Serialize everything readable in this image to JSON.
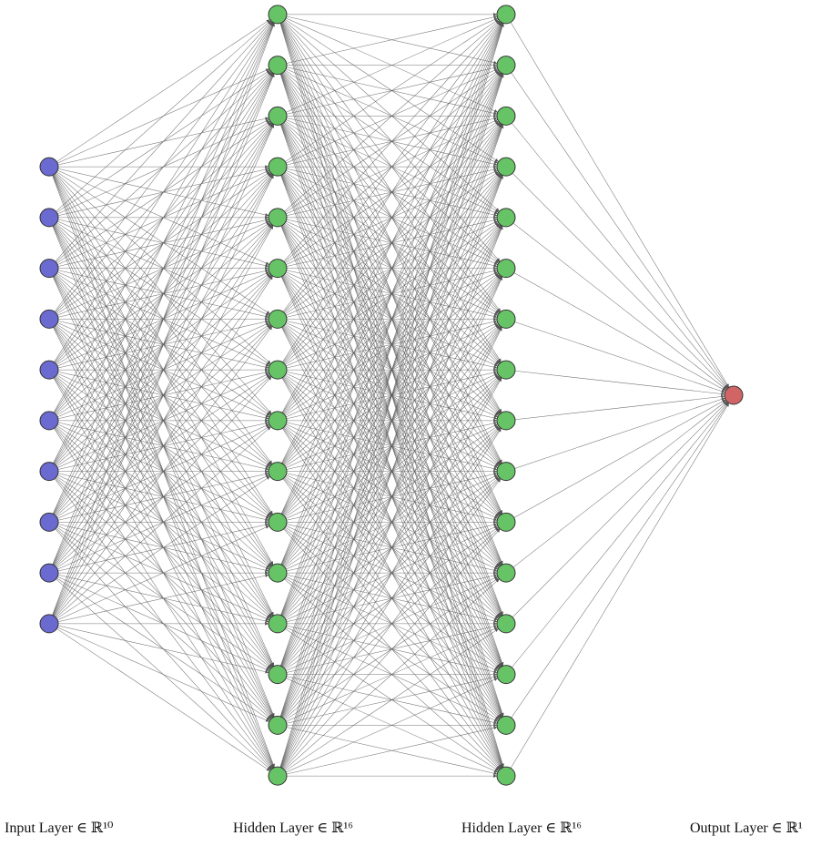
{
  "layers": [
    {
      "label": "Input Layer ∈ ℝ¹⁰",
      "nodes": 10,
      "color": "#6a6ad1"
    },
    {
      "label": "Hidden Layer ∈ ℝ¹⁶",
      "nodes": 16,
      "color": "#66c466"
    },
    {
      "label": "Hidden Layer ∈ ℝ¹⁶",
      "nodes": 16,
      "color": "#66c466"
    },
    {
      "label": "Output Layer ∈ ℝ¹",
      "nodes": 1,
      "color": "#d16565"
    }
  ],
  "edge_color": "#5a5a5a",
  "node_stroke_color": "#333333"
}
